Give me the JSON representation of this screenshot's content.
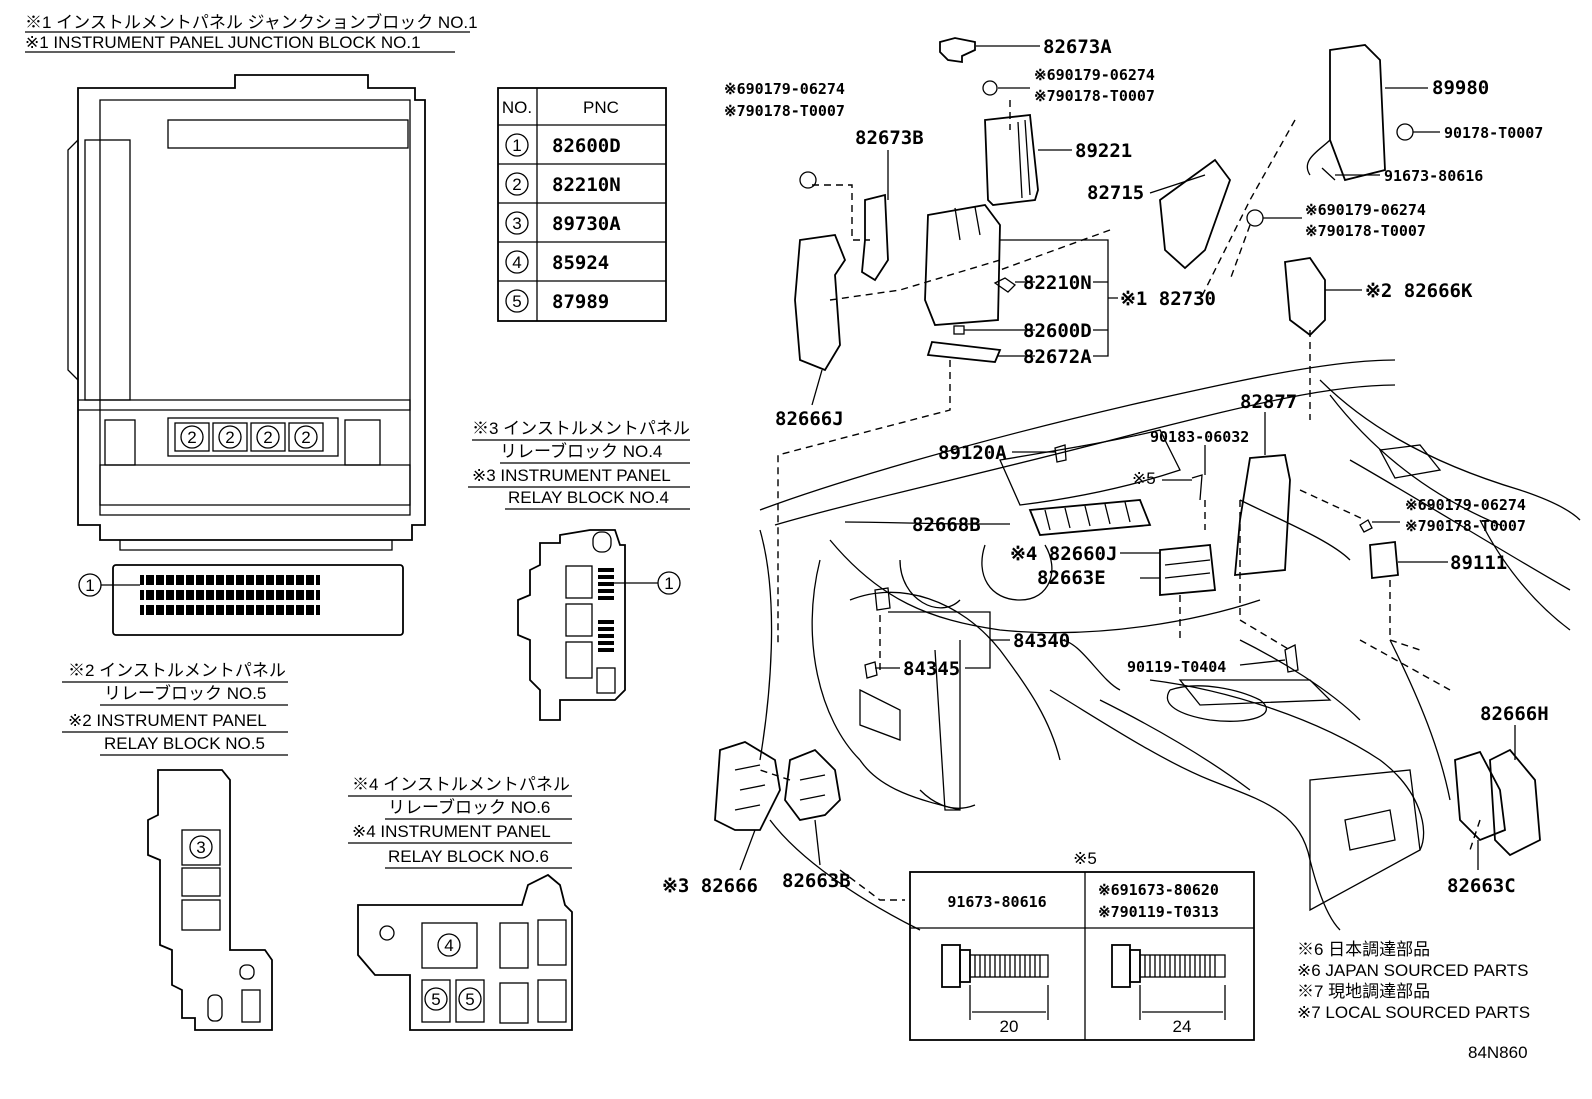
{
  "left_titles": {
    "jb1_jp": "※1 インストルメントパネル ジャンクションブロック NO.1",
    "jb1_en": "※1 INSTRUMENT PANEL JUNCTION BLOCK NO.1",
    "rb4_jp_a": "※3 インストルメントパネル",
    "rb4_jp_b": "リレーブロック NO.4",
    "rb4_en_a": "※3 INSTRUMENT PANEL",
    "rb4_en_b": "RELAY BLOCK NO.4",
    "rb5_jp_a": "※2 インストルメントパネル",
    "rb5_jp_b": "リレーブロック NO.5",
    "rb5_en_a": "※2 INSTRUMENT PANEL",
    "rb5_en_b": "RELAY BLOCK NO.5",
    "rb6_jp_a": "※4 インストルメントパネル",
    "rb6_jp_b": "リレーブロック NO.6",
    "rb6_en_a": "※4 INSTRUMENT PANEL",
    "rb6_en_b": "RELAY BLOCK NO.6"
  },
  "pnc_table": {
    "headers": [
      "NO.",
      "PNC"
    ],
    "rows": [
      {
        "no": "1",
        "pnc": "82600D"
      },
      {
        "no": "2",
        "pnc": "82210N"
      },
      {
        "no": "3",
        "pnc": "89730A"
      },
      {
        "no": "4",
        "pnc": "85924"
      },
      {
        "no": "5",
        "pnc": "87989"
      }
    ]
  },
  "callouts": {
    "c1": "1",
    "c2": "2",
    "c3": "3",
    "c4": "4",
    "c5": "5"
  },
  "parts": {
    "p82673A": "82673A",
    "n6_top": "※690179-06274",
    "n7_top": "※790178-T0007",
    "p89221": "89221",
    "n6_left": "※690179-06274",
    "n7_left": "※790178-T0007",
    "p82673B": "82673B",
    "p89980": "89980",
    "p90178": "90178-T0007",
    "p91673": "91673-80616",
    "p82715": "82715",
    "n6_mid": "※690179-06274",
    "n7_mid": "※790178-T0007",
    "p82210N": "82210N",
    "p82730": "※1 82730",
    "p82600D": "82600D",
    "p82672A": "82672A",
    "p82666K": "※2 82666K",
    "p82666J": "82666J",
    "p82877": "82877",
    "p90183": "90183-06032",
    "p89120A": "89120A",
    "star5": "※5",
    "n6_right": "※690179-06274",
    "n7_right": "※790178-T0007",
    "p82668B": "82668B",
    "p82660J": "※4 82660J",
    "p82663E": "82663E",
    "p89111": "89111",
    "p84340": "84340",
    "p84345": "84345",
    "p90119": "90119-T0404",
    "p82666H": "82666H",
    "p82666": "※3 82666",
    "p82663B": "82663B",
    "p82663C": "82663C"
  },
  "bolt_table": {
    "title": "※5",
    "col1": "91673-80616",
    "col2_a": "※691673-80620",
    "col2_b": "※790119-T0313",
    "dim1": "20",
    "dim2": "24"
  },
  "notes": {
    "n6_jp": "※6 日本調達部品",
    "n6_en": "※6 JAPAN SOURCED PARTS",
    "n7_jp": "※7 現地調達部品",
    "n7_en": "※7 LOCAL SOURCED PARTS"
  },
  "diagram_id": "84N860"
}
